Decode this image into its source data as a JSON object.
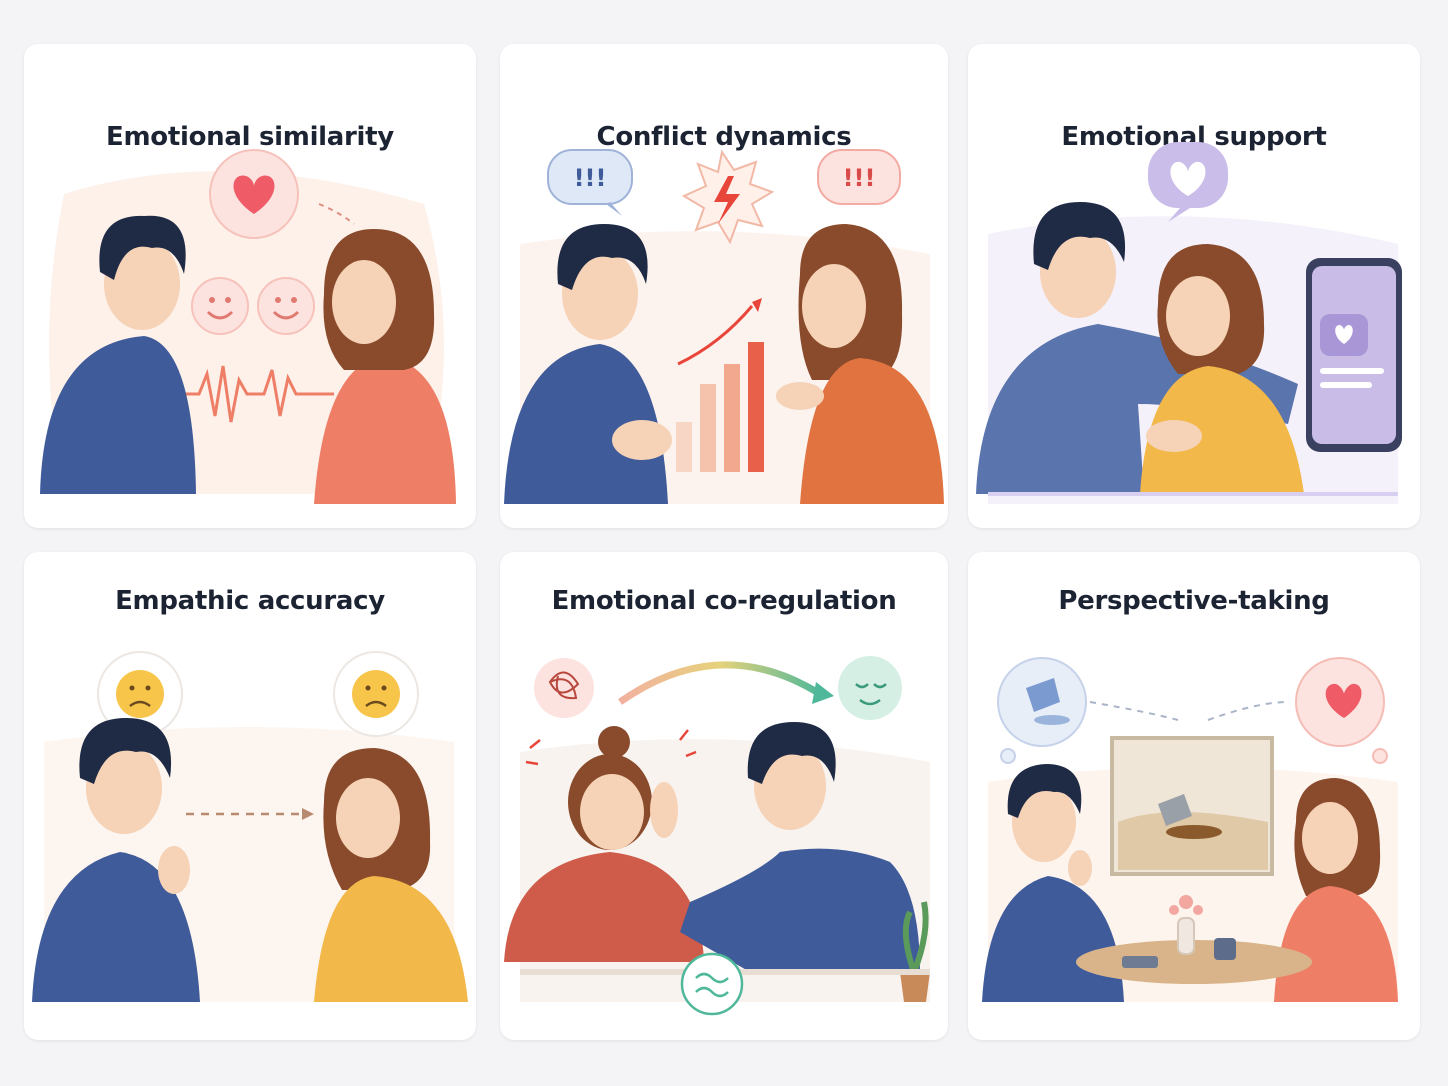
{
  "panels": [
    {
      "title": "Emotional similarity"
    },
    {
      "title": "Conflict dynamics"
    },
    {
      "title": "Emotional support"
    },
    {
      "title": "Empathic accuracy"
    },
    {
      "title": "Emotional co-regulation"
    },
    {
      "title": "Perspective-taking"
    }
  ],
  "bubble_text": {
    "exclaim_left": "!!!",
    "exclaim_right": "!!!"
  },
  "colors": {
    "navy_hair": "#1f2a44",
    "blue_shirt": "#3f5b9a",
    "coral_shirt": "#ee7e66",
    "orange_shirt": "#e0733f",
    "yellow_shirt": "#f2b84a",
    "red_shirt": "#cf5b4a",
    "skin": "#f6d2b6",
    "brown_hair": "#8a4b2c",
    "heart": "#ef5b66",
    "lavender": "#a896d6",
    "teal": "#4fb89a"
  }
}
